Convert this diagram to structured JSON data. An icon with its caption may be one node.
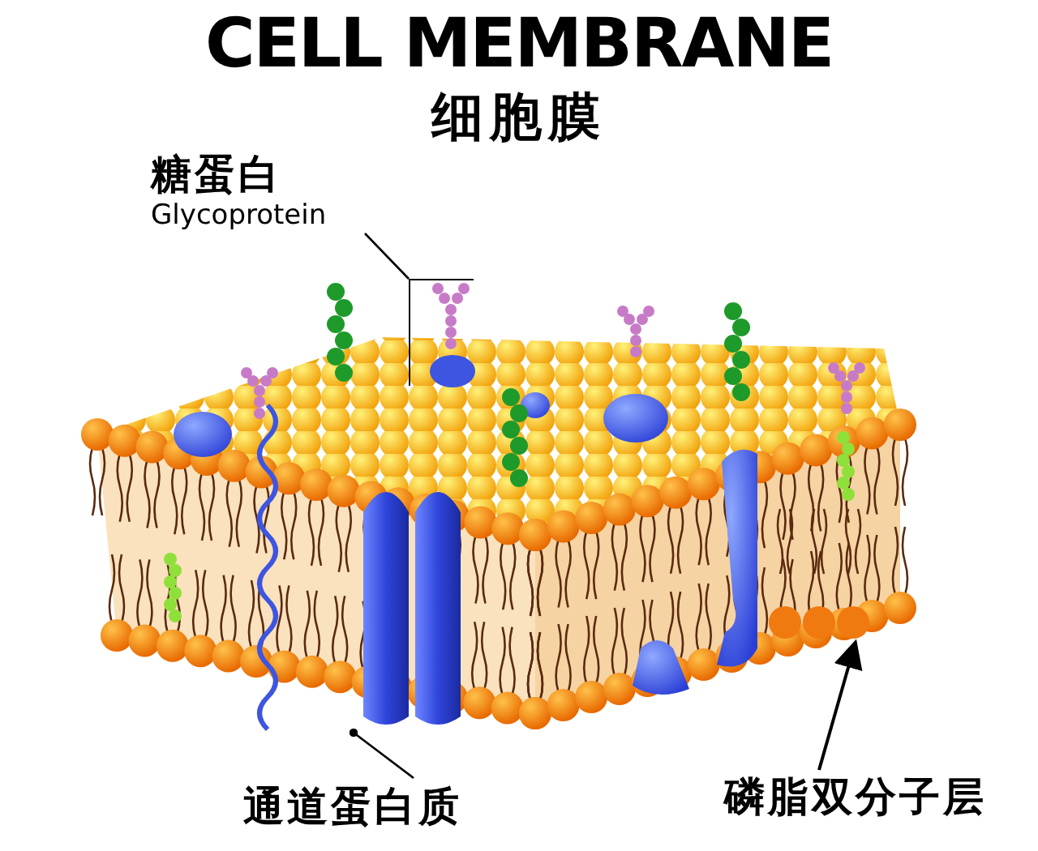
{
  "diagram": {
    "title": "CELL MEMBRANE",
    "nodes": [
      {
        "text": [
          "糖蛋白",
          "Glycoprotein"
        ]
      },
      {
        "text": [],
        "shape": "picture"
      },
      {
        "text": [
          "通道蛋白质"
        ]
      },
      {
        "text": [],
        "shape": "picture"
      },
      {
        "text": [
          "磷脂双分子层"
        ]
      },
      {
        "text": [],
        "shape": "picture"
      }
    ],
    "edges": [
      {
        "from": 0,
        "to": 1,
        "arrow": "none"
      },
      {
        "from": 2,
        "to": 3,
        "arrow": "other"
      },
      {
        "from": 4,
        "to": 5,
        "arrow": "to"
      }
    ],
    "labels": [
      "细胞膜"
    ]
  }
}
